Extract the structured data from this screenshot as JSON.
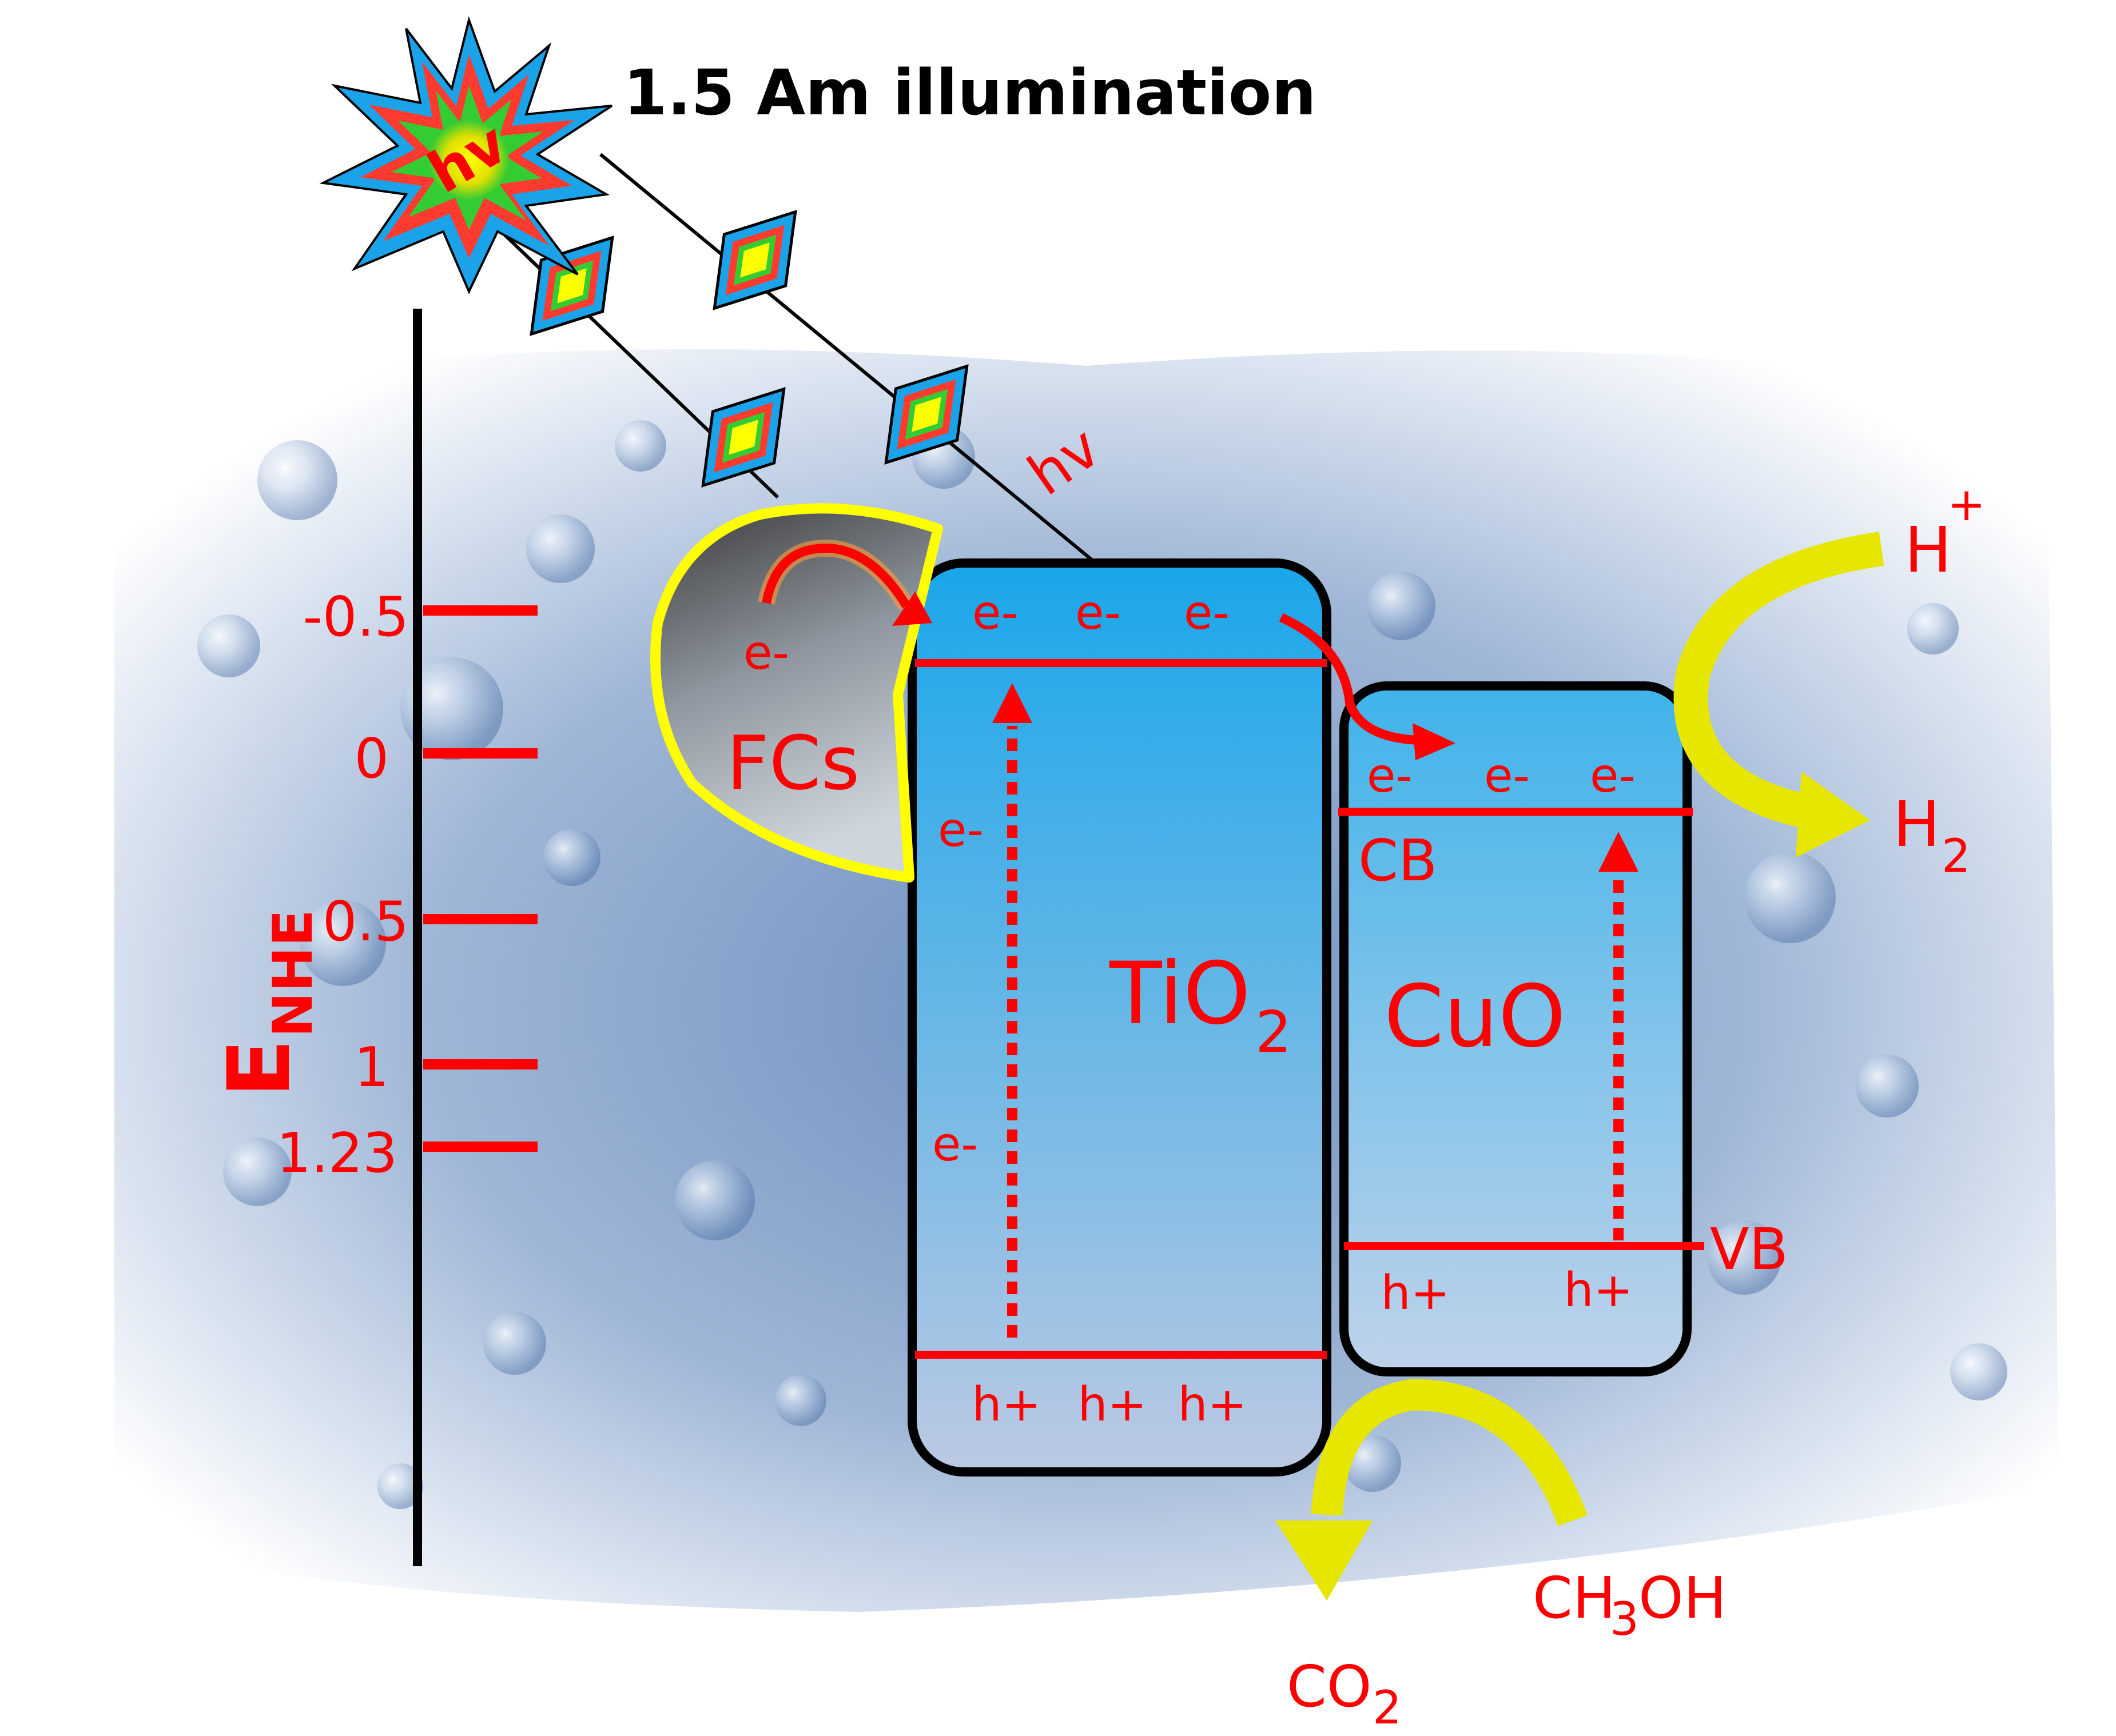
{
  "illumination": {
    "title": "1.5 Am illumination",
    "source_label": "hv",
    "ray_label": "hv"
  },
  "axis": {
    "label_main": "E",
    "label_sub": "NHE",
    "ticks": [
      "-0.5",
      "0",
      "0.5",
      "1",
      "1.23"
    ]
  },
  "fcs": {
    "label": "FCs",
    "electron": "e-"
  },
  "tio2": {
    "label_main": "TiO",
    "label_sub": "2",
    "cb_electrons": [
      "e-",
      "e-",
      "e-"
    ],
    "vb_holes": [
      "h+",
      "h+",
      "h+"
    ],
    "side_electrons": [
      "e-",
      "e-"
    ]
  },
  "cuo": {
    "label": "CuO",
    "cb_electrons": [
      "e-",
      "e-",
      "e-"
    ],
    "cb_label": "CB",
    "vb_label": "VB",
    "vb_holes": [
      "h+",
      "h+"
    ]
  },
  "reactions": {
    "h_plus_main": "H",
    "h_plus_sup": "+",
    "h2_main": "H",
    "h2_sub": "2",
    "ch3oh_a": "CH",
    "ch3oh_sub": "3",
    "ch3oh_b": "OH",
    "co2_main": "CO",
    "co2_sub": "2"
  },
  "colors": {
    "label_red": "#ff0000",
    "arrow_yellow": "#e6e600",
    "band_blue_top": "#1aa3e8",
    "band_blue_bottom": "#b9c9e4",
    "outline": "#000000",
    "fcs_outline": "#ffff00"
  }
}
